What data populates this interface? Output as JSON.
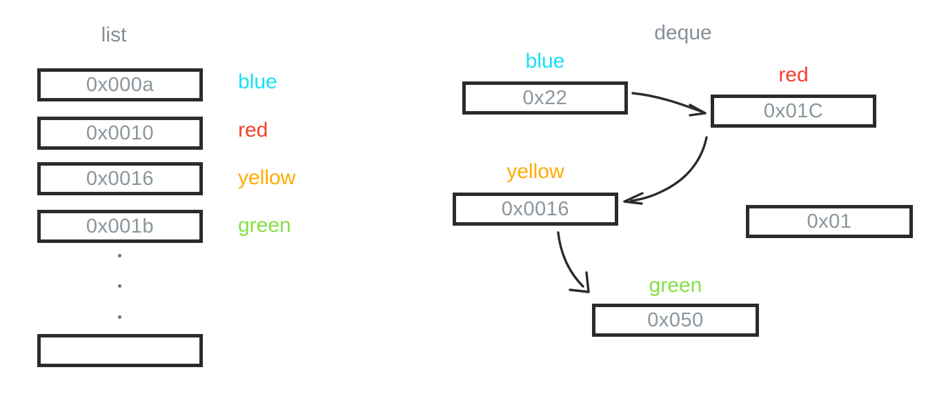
{
  "palette": {
    "blue": "#16e0f5",
    "red": "#f5402c",
    "yellow": "#ffab00",
    "green": "#86e043",
    "box_border": "#2b2b2b",
    "value_text": "#8b959b",
    "title_text": "#868e96",
    "arrow": "#2b2b2b",
    "background": "#ffffff"
  },
  "list_section": {
    "title": "list",
    "cells": [
      {
        "value": "0x000a",
        "label": "blue",
        "label_color": "#16e0f5"
      },
      {
        "value": "0x0010",
        "label": "red",
        "label_color": "#f5402c"
      },
      {
        "value": "0x0016",
        "label": "yellow",
        "label_color": "#ffab00"
      },
      {
        "value": "0x001b",
        "label": "green",
        "label_color": "#86e043"
      }
    ],
    "ellipsis_dots": 3,
    "empty_cell": {
      "value": ""
    }
  },
  "deque_section": {
    "title": "deque",
    "cells": [
      {
        "value": "0x22",
        "label": "blue",
        "label_color": "#16e0f5"
      },
      {
        "value": "0x01C",
        "label": "red",
        "label_color": "#f5402c"
      },
      {
        "value": "0x0016",
        "label": "yellow",
        "label_color": "#ffab00"
      },
      {
        "value": "0x050",
        "label": "green",
        "label_color": "#86e043"
      },
      {
        "value": "0x01",
        "label": "",
        "label_color": ""
      }
    ],
    "arrows": [
      {
        "from": "blue",
        "to": "red"
      },
      {
        "from": "red",
        "to": "yellow"
      },
      {
        "from": "yellow",
        "to": "green"
      }
    ]
  }
}
